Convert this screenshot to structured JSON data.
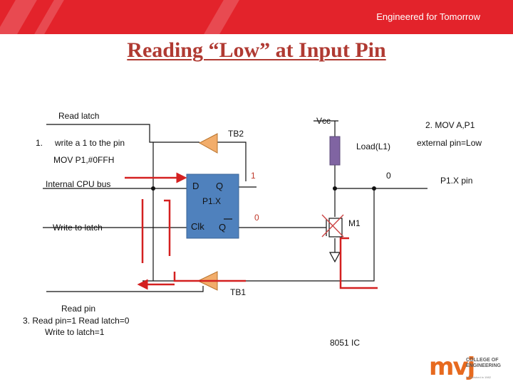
{
  "header": {
    "tagline": "Engineered for Tomorrow"
  },
  "title": "Reading “Low” at Input Pin",
  "labels": {
    "read_latch": "Read latch",
    "step1_num": "1.",
    "step1_text": "write a 1 to the pin",
    "mov_instr": "MOV P1,#0FFH",
    "internal_bus": "Internal CPU bus",
    "write_latch": "Write to latch",
    "read_pin": "Read pin",
    "step3": "3. Read pin=1 Read latch=0",
    "write_latch_val": "Write to latch=1",
    "tb2": "TB2",
    "tb1": "TB1",
    "vcc": "Vcc",
    "load": "Load(L1)",
    "step2": "2. MOV A,P1",
    "ext_pin": "external pin=Low",
    "pin_name": "P1.X pin",
    "latch_d": "D",
    "latch_q": "Q",
    "latch_name": "P1.X",
    "latch_clk": "Clk",
    "latch_qbar": "Q",
    "val_q": "1",
    "val_qbar": "0",
    "val_pin": "0",
    "m1": "M1",
    "chip": "8051 IC"
  },
  "logo": {
    "mark": "mvj",
    "line1": "COLLEGE OF",
    "line2": "ENGINEERING",
    "small": "Established in 1982"
  },
  "colors": {
    "banner": "#e3232b",
    "title": "#b03a32",
    "latch_fill": "#4f81bd",
    "buffer_fill": "#f2ad6b",
    "load_fill": "#8064a2",
    "arrow": "#d42020",
    "logo": "#e76a1f"
  }
}
